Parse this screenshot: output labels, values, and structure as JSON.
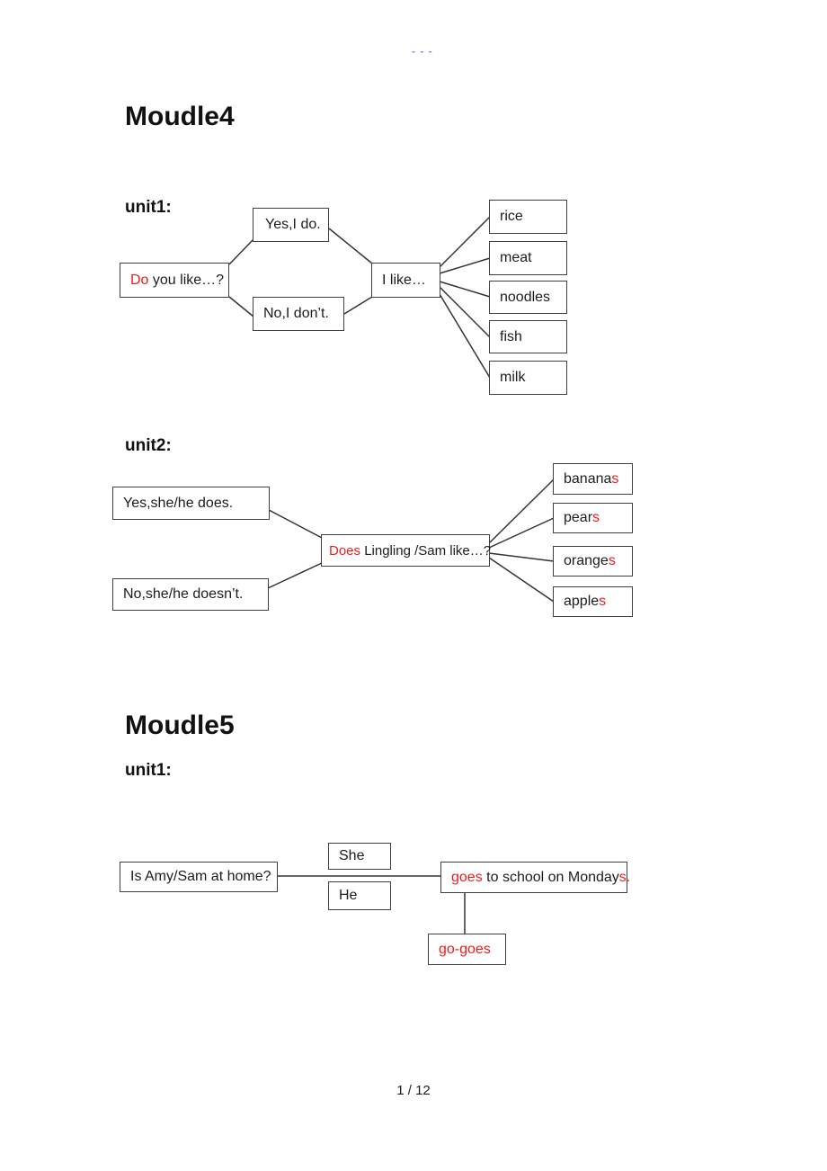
{
  "page": {
    "header_dashes": "- - -",
    "footer_page_number": "1 / 12"
  },
  "colors": {
    "accent_red": "#ee1c1c",
    "dash_blue": "#8585f5"
  },
  "module4": {
    "title": "Moudle4",
    "unit1": {
      "label": "unit1:",
      "question_red": "Do",
      "question_rest": " you like…?",
      "yes": "Yes,I do.",
      "no": "No,I don’t.",
      "answer": "I like…",
      "foods": [
        "rice",
        "meat",
        "noodles",
        "fish",
        "milk"
      ]
    },
    "unit2": {
      "label": "unit2:",
      "yes": "Yes,she/he does.",
      "no": "No,she/he doesn’t.",
      "question_red": "Does",
      "question_rest": " Lingling /Sam like…?",
      "fruits": [
        {
          "base": "banana",
          "suffix": "s"
        },
        {
          "base": "pear",
          "suffix": "s"
        },
        {
          "base": "orange",
          "suffix": "s"
        },
        {
          "base": "apple",
          "suffix": "s"
        }
      ]
    }
  },
  "module5": {
    "title": "Moudle5",
    "unit1": {
      "label": "unit1:",
      "question": "Is Amy/Sam at home?",
      "pronoun_she": "She",
      "pronoun_he": "He",
      "sentence_red_start": "goes",
      "sentence_mid": " to school on Monday",
      "sentence_red_end": "s.",
      "verb_note": "go-goes"
    }
  }
}
